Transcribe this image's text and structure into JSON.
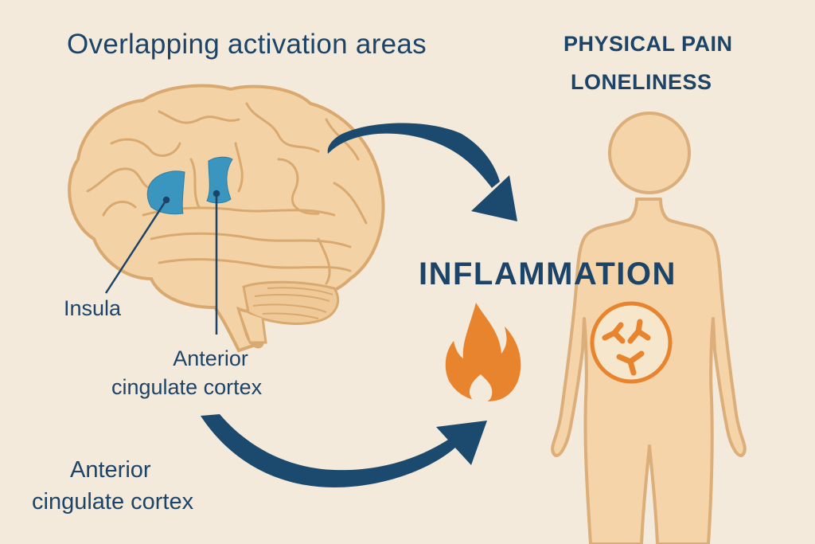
{
  "title": "Overlapping activation areas",
  "conditions": [
    "PHYSICAL PAIN",
    "LONELINESS"
  ],
  "center_label": "INFLAMMATION",
  "brain_labels": {
    "insula": "Insula",
    "acc_line1": "Anterior",
    "acc_line2": "cingulate cortex"
  },
  "bottom_label": {
    "line1": "Anterior",
    "line2": "cingulate cortex"
  },
  "icons": [
    "brain-icon",
    "arrow-icon",
    "flame-icon",
    "human-body-icon",
    "immune-cell-icon"
  ],
  "colors": {
    "background": "#f4eadb",
    "text": "#1b4468",
    "arrow": "#1b4a6e",
    "brain_fill": "#f3d3a6",
    "brain_outline": "#d9a96f",
    "activation": "#3a95bf",
    "flame": "#e8842e",
    "body_fill": "#f4d4a8",
    "body_outline": "#dcae7a"
  }
}
